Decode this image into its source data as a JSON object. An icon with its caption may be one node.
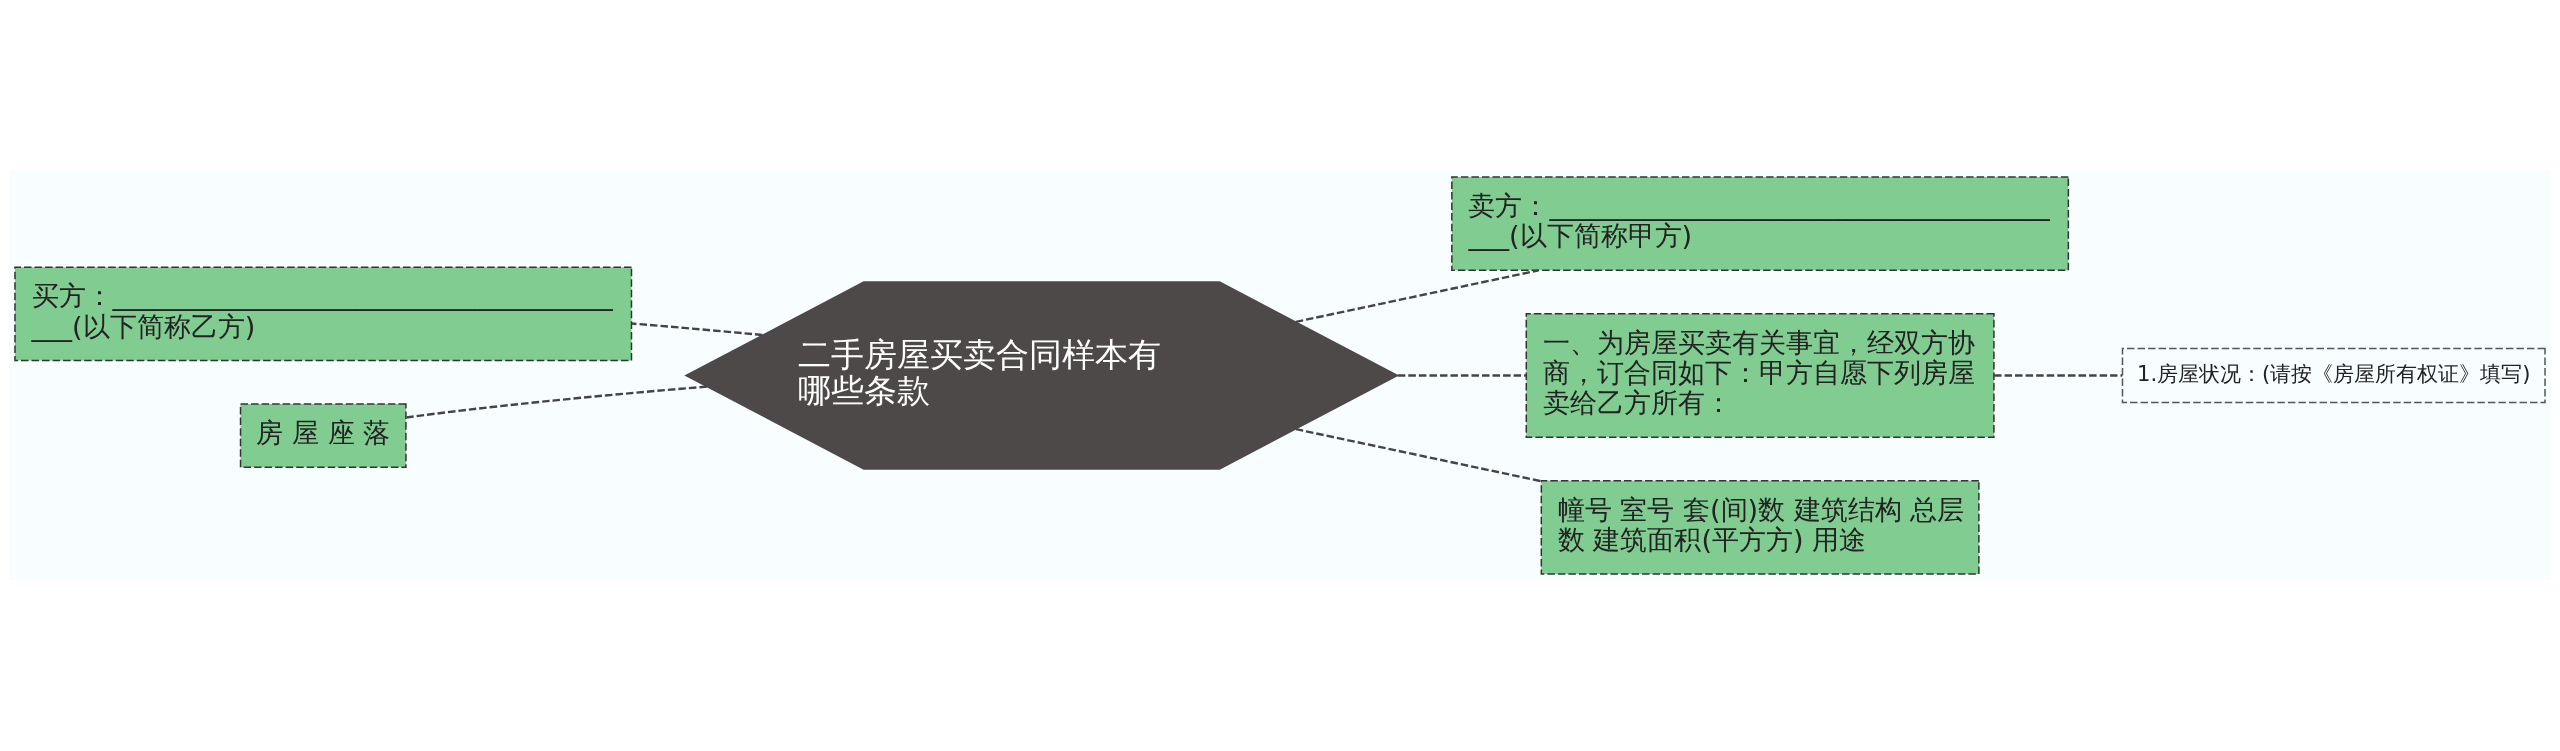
{
  "diagram": {
    "nodes": [
      {
        "text": [
          "二手房屋买卖合同样本有哪些条款"
        ]
      },
      {
        "text": [
          "买方：________________________________________(以下简称乙方)"
        ]
      },
      {
        "text": [
          "房 屋 座 落"
        ]
      },
      {
        "text": [
          "卖方：________________________________________(以下简称甲方)"
        ]
      },
      {
        "text": [
          "一、为房屋买卖有关事宜，经双方协商，订合同如下：甲方自愿下列房屋卖给乙方所有："
        ]
      },
      {
        "text": [
          "1.房屋状况：(请按《房屋所有权证》填写)"
        ]
      },
      {
        "text": [
          "幢号 室号 套(间)数 建筑结构 总层数 建筑面积(平方方) 用途"
        ]
      }
    ],
    "edges": [
      {
        "from": 0,
        "to": 1,
        "arrow": "none",
        "style": "dashed"
      },
      {
        "from": 0,
        "to": 2,
        "arrow": "none",
        "style": "dashed"
      },
      {
        "from": 0,
        "to": 3,
        "arrow": "none",
        "style": "dashed"
      },
      {
        "from": 0,
        "to": 4,
        "arrow": "none",
        "style": "dashed"
      },
      {
        "from": 4,
        "to": 5,
        "arrow": "none",
        "style": "dashed"
      },
      {
        "from": 0,
        "to": 6,
        "arrow": "none",
        "style": "dashed"
      }
    ]
  }
}
